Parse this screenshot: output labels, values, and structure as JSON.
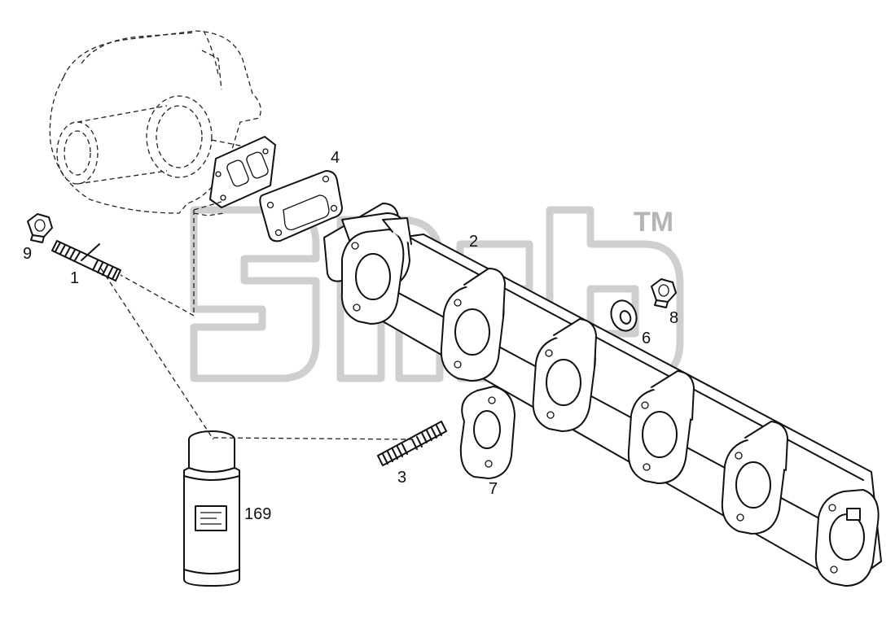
{
  "watermark": {
    "brand_mark": "TM"
  },
  "parts": [
    {
      "id": "part-9",
      "label": "9"
    },
    {
      "id": "part-1",
      "label": "1"
    },
    {
      "id": "part-4",
      "label": "4"
    },
    {
      "id": "part-2",
      "label": "2"
    },
    {
      "id": "part-8",
      "label": "8"
    },
    {
      "id": "part-6",
      "label": "6"
    },
    {
      "id": "part-3",
      "label": "3"
    },
    {
      "id": "part-7",
      "label": "7"
    },
    {
      "id": "part-169",
      "label": "169"
    }
  ],
  "icons": [
    "turbocharger",
    "gasket",
    "exhaust-manifold",
    "stud",
    "nut",
    "washer",
    "sealant-tube"
  ],
  "colors": {
    "line": "#111111",
    "watermark": "#cfcfcf",
    "background": "#ffffff"
  }
}
